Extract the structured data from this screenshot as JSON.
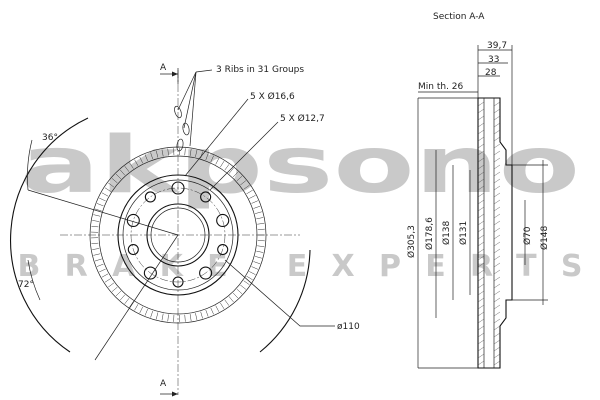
{
  "watermark": {
    "brand": "akpsono",
    "tagline": "BRAKE EXPERTS",
    "color": "#c9c9c9"
  },
  "front_view": {
    "section_marker": "A",
    "ribs_note": "3 Ribs in 31 Groups",
    "large_holes": "5 X Ø16,6",
    "small_holes": "5 X Ø12,7",
    "angle_top": "36°",
    "angle_bottom": "72°",
    "pitch_diameter": "ø110"
  },
  "section_view": {
    "title": "Section A-A",
    "width_overall": "39,7",
    "width_hat": "33",
    "width_disc": "28",
    "min_thickness": "Min th. 26",
    "diameters": [
      "Ø305,3",
      "Ø178,6",
      "Ø138",
      "Ø131",
      "Ø70",
      "Ø148"
    ]
  }
}
